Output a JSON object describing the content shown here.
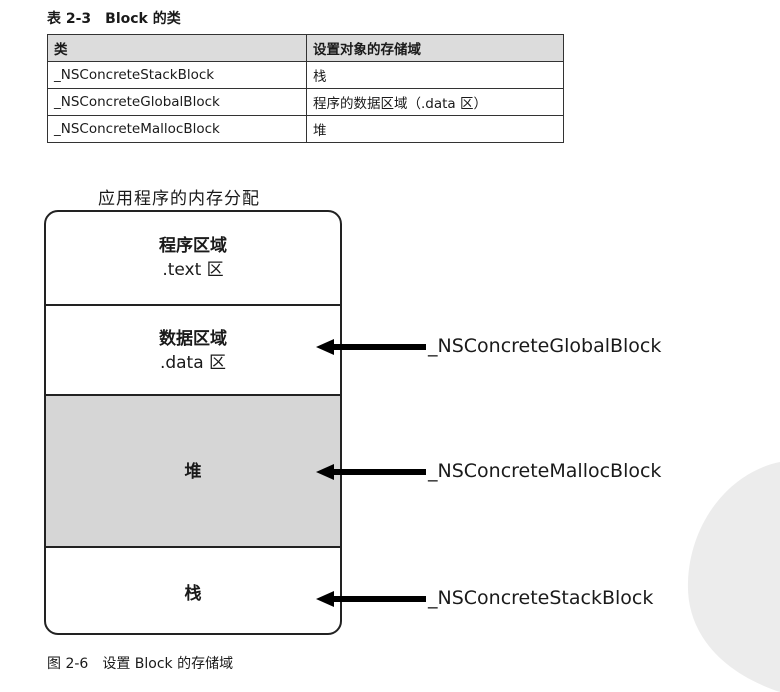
{
  "table": {
    "caption": "表 2-3　Block 的类",
    "headers": [
      "类",
      "设置对象的存储域"
    ],
    "rows": [
      [
        "_NSConcreteStackBlock",
        "栈"
      ],
      [
        "_NSConcreteGlobalBlock",
        "程序的数据区域（.data 区）"
      ],
      [
        "_NSConcreteMallocBlock",
        "堆"
      ]
    ]
  },
  "diagram": {
    "title": "应用程序的内存分配",
    "regions": {
      "text": {
        "name": "程序区域",
        "sub": ".text 区"
      },
      "data": {
        "name": "数据区域",
        "sub": ".data 区"
      },
      "heap": {
        "name": "堆"
      },
      "stack": {
        "name": "栈"
      }
    },
    "arrows": {
      "global": "_NSConcreteGlobalBlock",
      "malloc": "_NSConcreteMallocBlock",
      "stack": "_NSConcreteStackBlock"
    },
    "colors": {
      "heap_fill": "#d6d6d6",
      "line": "#222222"
    }
  },
  "figure_caption": "图 2-6　设置 Block 的存储域"
}
